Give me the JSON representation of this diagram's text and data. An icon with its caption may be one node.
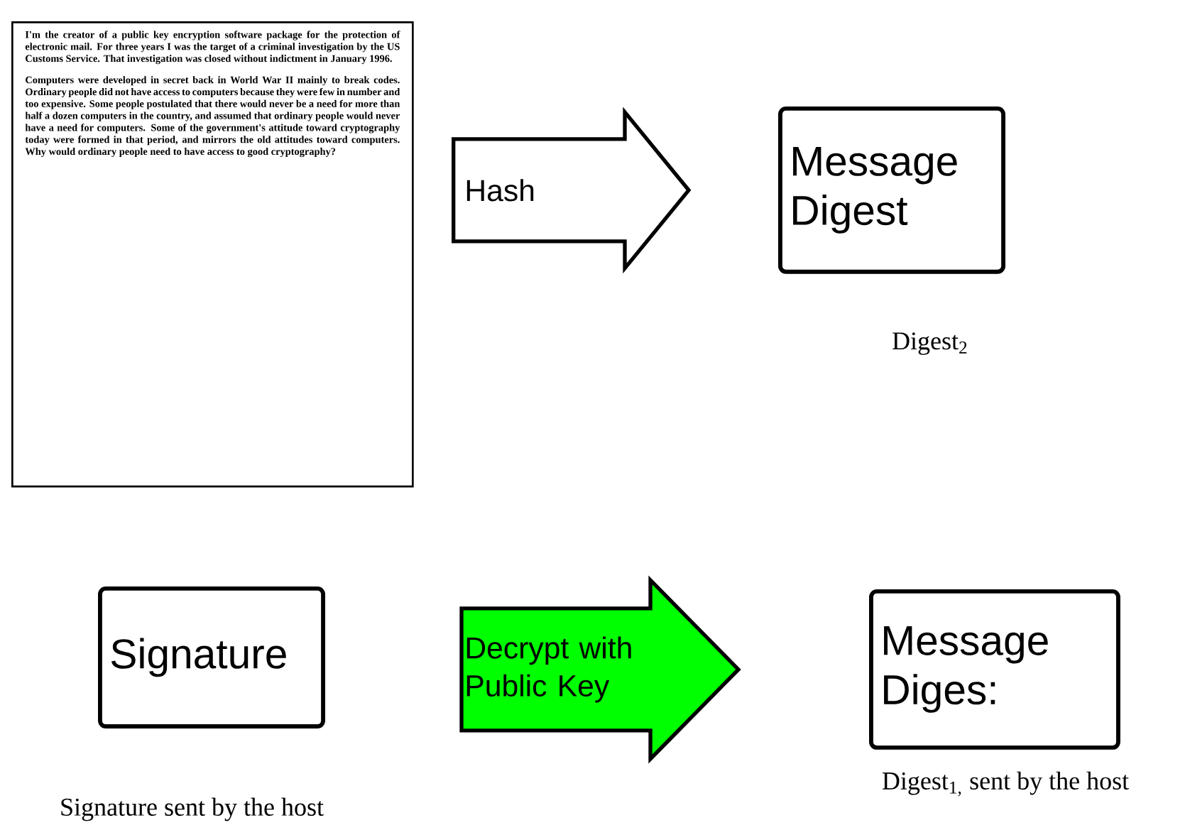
{
  "diagram": {
    "nodes": [
      {
        "text": [
          "I'm the creator of a public key encryption software package for the protection of electronic mail. For three years I was the target of a criminal investigation by the US Customs Service. That investigation was closed without indictment in January 1996.",
          "Computers were developed in secret back in World War II mainly to break codes. Ordinary people did not have access to computers because they were few in number and too expensive. Some people postulated that there would never be a need for more than half a dozen computers in the country, and assumed that ordinary people would never have a need for computers. Some of the government's attitude toward cryptography today were formed in that period, and mirrors the old attitudes toward computers. Why would ordinary people need to have access to good cryptography?"
        ]
      },
      {
        "text": [
          "Message Digest"
        ],
        "beside": [
          "Digest$_{2}$"
        ]
      },
      {
        "text": [
          "Signature"
        ],
        "beside": [
          "Signature sent by the host"
        ]
      },
      {
        "text": [
          "Message Diges:"
        ],
        "beside": [
          "Digest$_{1,}$ sent by the host"
        ]
      }
    ],
    "edges": [
      {
        "from": 0,
        "to": 1,
        "arrow": "to",
        "label": "Hash"
      },
      {
        "from": 2,
        "to": 3,
        "arrow": "to",
        "label": "Decrypt with Public Key",
        "color": "#00ff00"
      }
    ]
  }
}
